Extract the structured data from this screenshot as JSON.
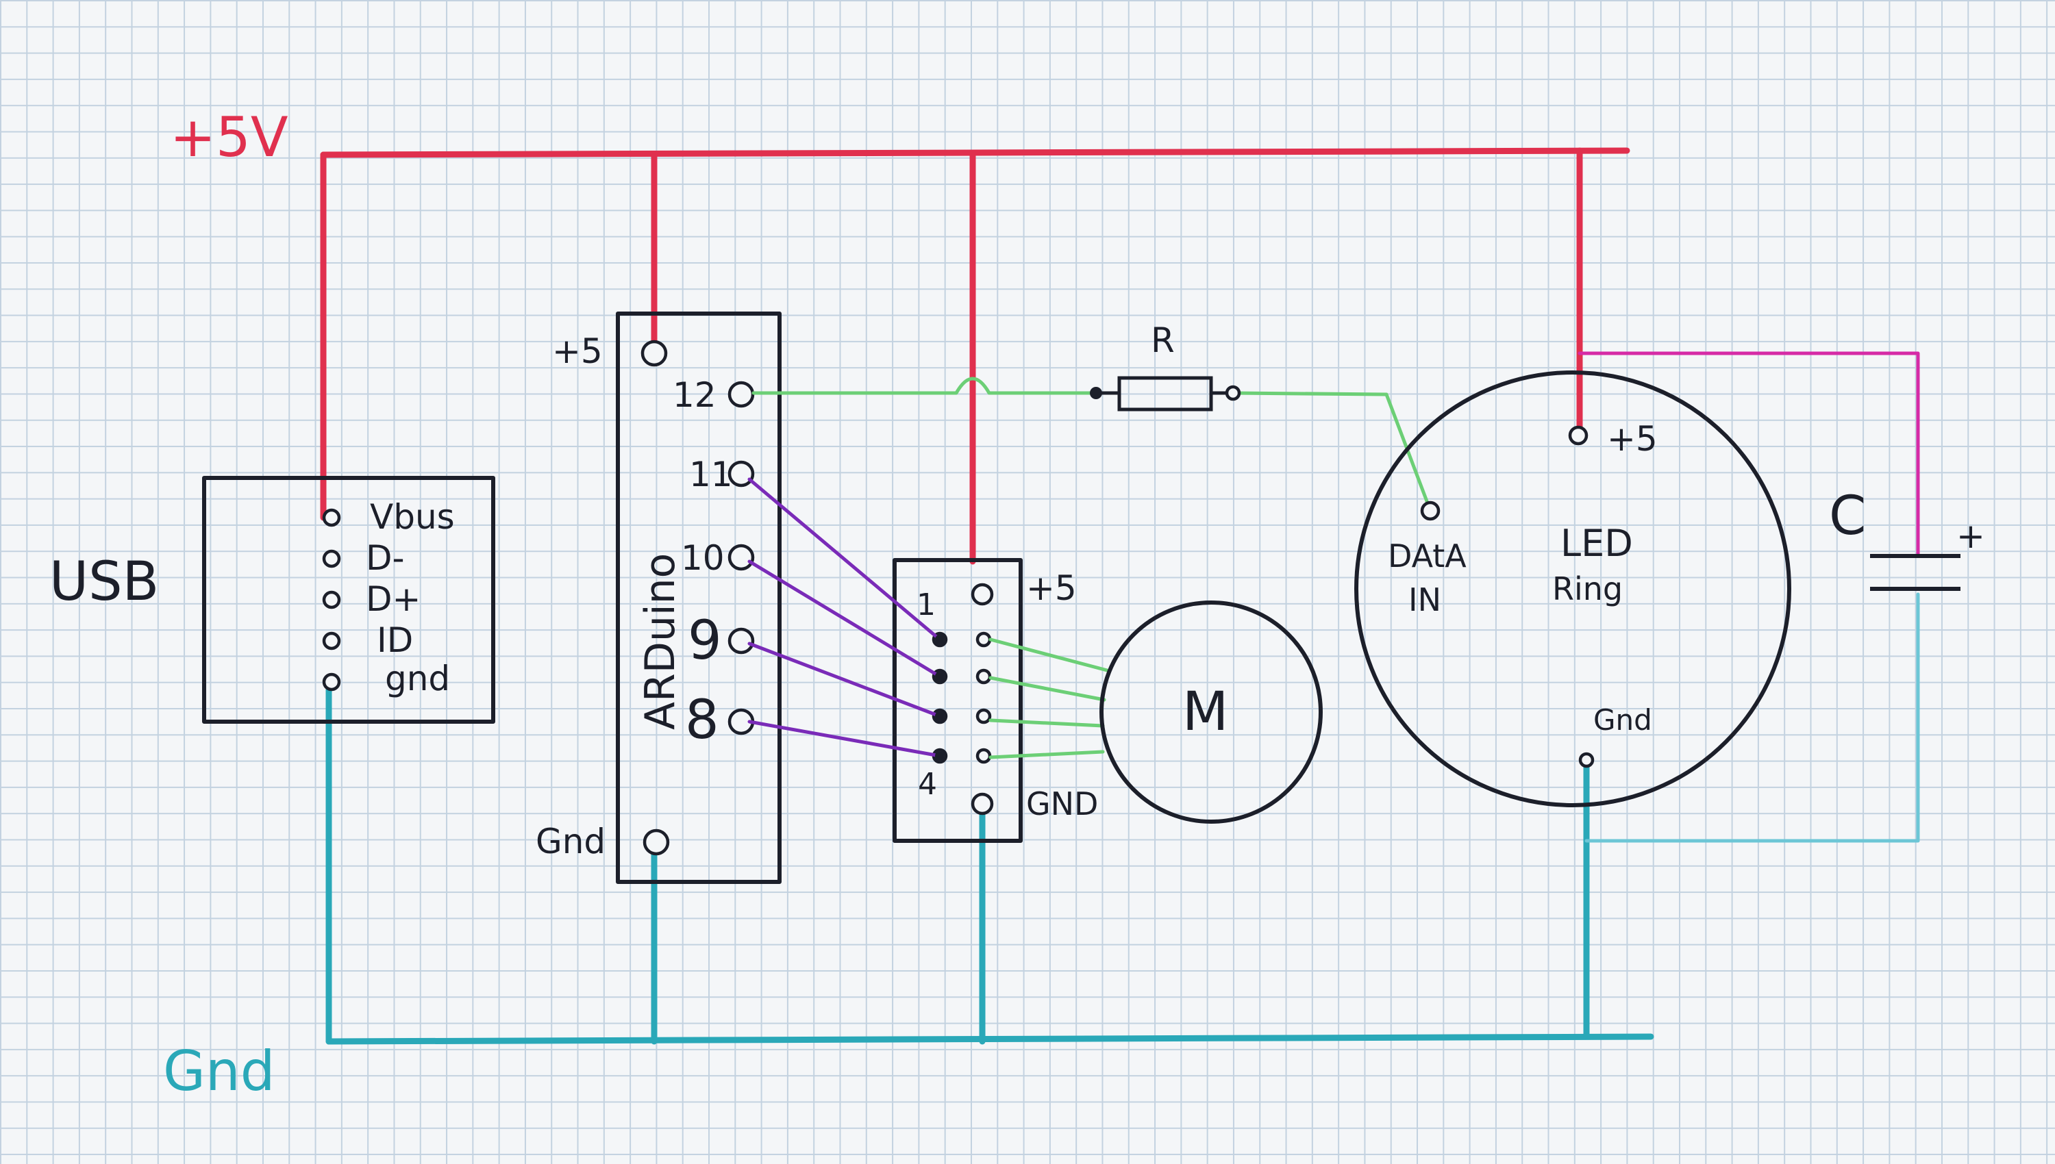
{
  "rails": {
    "plus5v_label": "+5V",
    "gnd_label": "Gnd",
    "plus5v_color": "#e0304e",
    "gnd_color": "#2aa8b8"
  },
  "colors": {
    "ink": "#1c1f2a",
    "signal_green": "#6ccf76",
    "motor_violet": "#7a2bb8",
    "cap_magenta": "#d62aa6",
    "grid": "#c3d2e0",
    "paper": "#f4f6f8"
  },
  "usb": {
    "label": "USB",
    "pins": [
      "Vbus",
      "D-",
      "D+",
      "ID",
      "gnd"
    ]
  },
  "arduino": {
    "label": "ARDuino",
    "pin_5v": "+5",
    "pin_gnd": "Gnd",
    "pins": [
      "12",
      "11",
      "10",
      "9",
      "8"
    ]
  },
  "driver": {
    "pin_first": "1",
    "pin_last": "4",
    "pin_5v": "+5",
    "pin_gnd": "GND"
  },
  "motor": {
    "label": "M"
  },
  "resistor": {
    "label": "R"
  },
  "led_ring": {
    "title_line1": "LED",
    "title_line2": "Ring",
    "pin_5v": "+5",
    "data_line1": "DAtA",
    "data_line2": "IN",
    "pin_gnd": "Gnd"
  },
  "capacitor": {
    "label": "C",
    "polarity": "+"
  }
}
